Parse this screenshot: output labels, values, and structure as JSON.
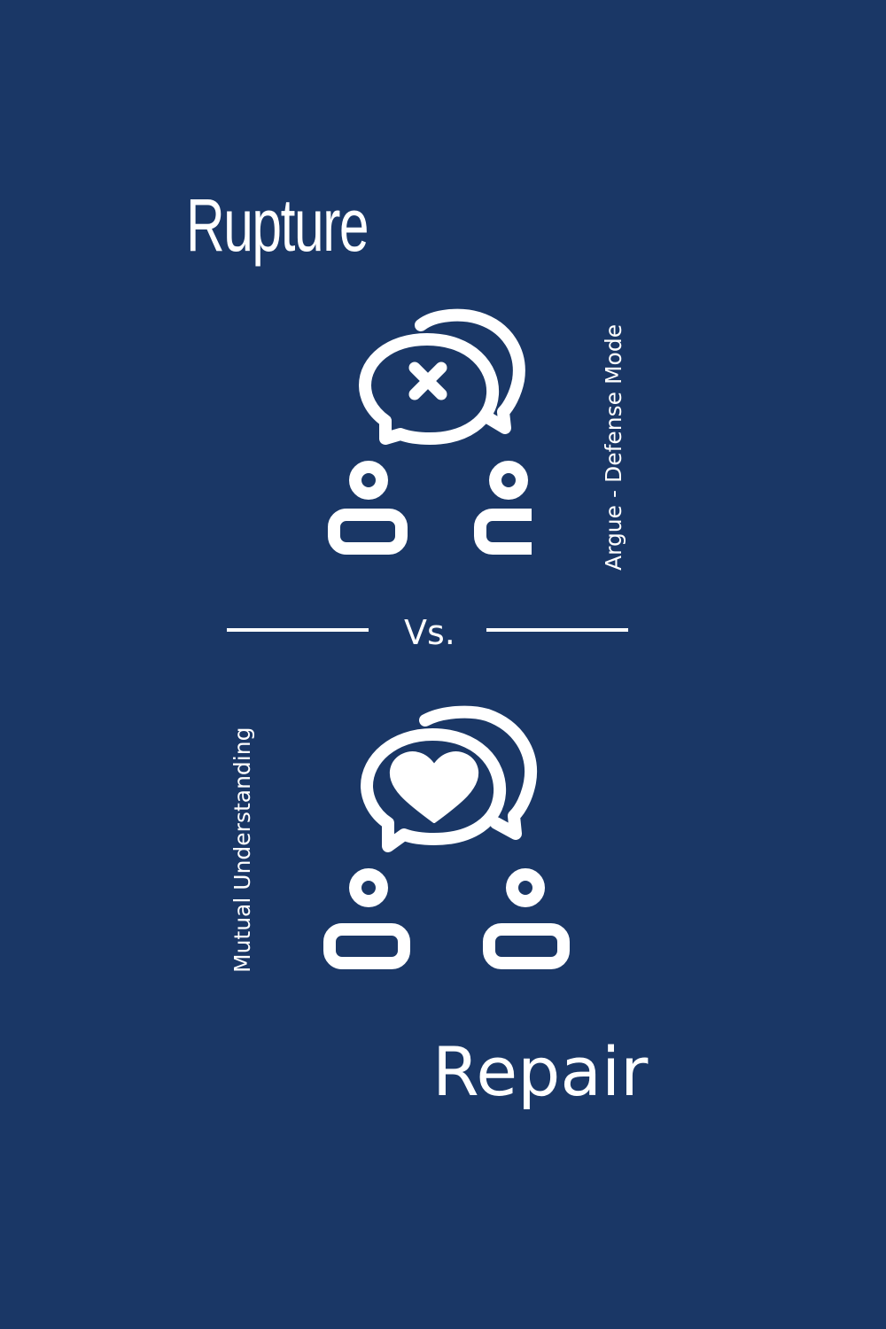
{
  "poster": {
    "title_top": "Rupture",
    "label_top": "Argue - Defense Mode",
    "divider_text": "Vs.",
    "label_bottom": "Mutual Understanding",
    "title_bottom": "Repair"
  },
  "icons": {
    "top": "argument-conversation-icon",
    "bottom": "loving-conversation-icon"
  },
  "colors": {
    "background": "#1a3766",
    "foreground": "#ffffff"
  }
}
